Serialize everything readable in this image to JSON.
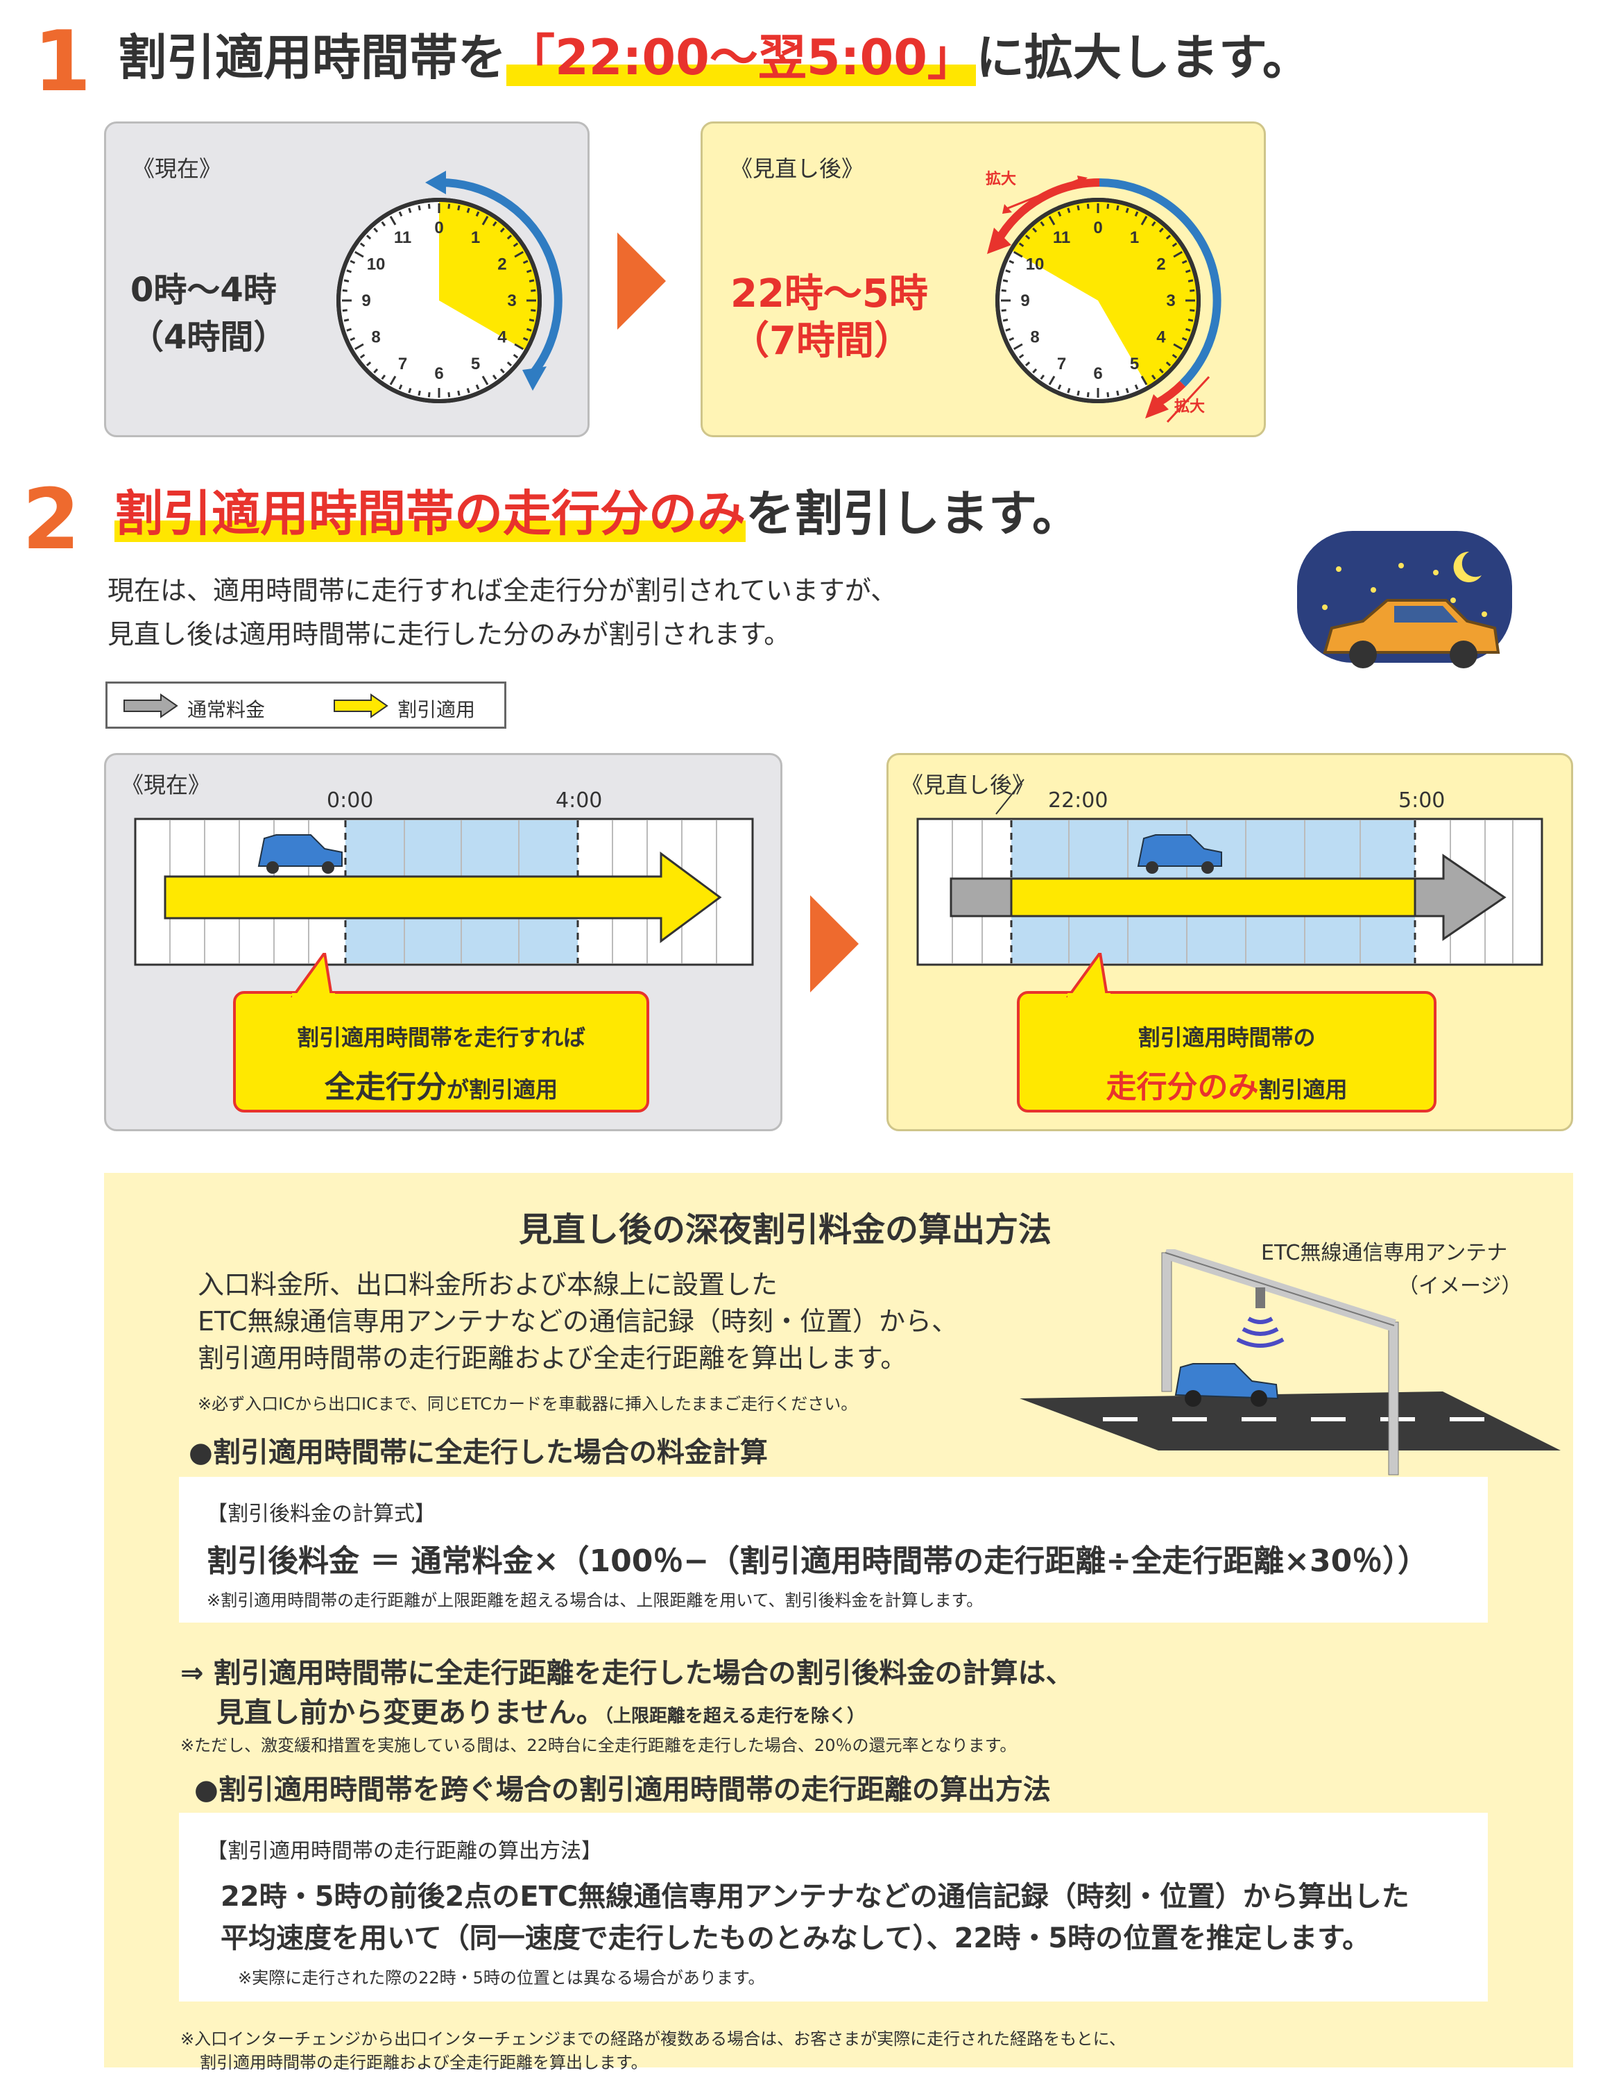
{
  "section1": {
    "number": "1",
    "title_pre": "割引適用時間帯を",
    "title_highlight": "「22:00〜翌5:00」",
    "title_post": "に拡大します。",
    "current": {
      "tag": "《現在》",
      "time_line1": "0時〜4時",
      "time_line2": "（4時間）"
    },
    "revised": {
      "tag": "《見直し後》",
      "time_line1": "22時〜5時",
      "time_line2": "（7時間）",
      "expand_label": "拡大"
    },
    "clock_numbers": [
      "0",
      "1",
      "2",
      "3",
      "4",
      "5",
      "6",
      "7",
      "8",
      "9",
      "10",
      "11"
    ]
  },
  "section2": {
    "number": "2",
    "title_highlight": "割引適用時間帯の走行分のみ",
    "title_post": "を割引します。",
    "desc_line1": "現在は、適用時間帯に走行すれば全走行分が割引されていますが、",
    "desc_line2": "見直し後は適用時間帯に走行した分のみが割引されます。",
    "legend": {
      "normal": "通常料金",
      "discount": "割引適用"
    },
    "current": {
      "tag": "《現在》",
      "t1": "0:00",
      "t2": "4:00",
      "bubble_line1": "割引適用時間帯を走行すれば",
      "bubble_line2a": "全走行分",
      "bubble_line2b": "が割引適用"
    },
    "revised": {
      "tag": "《見直し後》",
      "t1": "22:00",
      "t2": "5:00",
      "bubble_line1": "割引適用時間帯の",
      "bubble_line2a": "走行分のみ",
      "bubble_line2b": "割引適用"
    }
  },
  "method": {
    "title": "見直し後の深夜割引料金の算出方法",
    "intro1": "入口料金所、出口料金所および本線上に設置した",
    "intro2": "ETC無線通信専用アンテナなどの通信記録（時刻・位置）から、",
    "intro3": "割引適用時間帯の走行距離および全走行距離を算出します。",
    "intro_note": "※必ず入口ICから出口ICまで、同じETCカードを車載器に挿入したままご走行ください。",
    "antenna_label1": "ETC無線通信専用アンテナ",
    "antenna_label2": "（イメージ）",
    "bullet1": "●割引適用時間帯に全走行した場合の料金計算",
    "formula1_label": "【割引後料金の計算式】",
    "formula1": "割引後料金 ＝ 通常料金×（100％−（割引適用時間帯の走行距離÷全走行距離×30％））",
    "formula1_note": "※割引適用時間帯の走行距離が上限距離を超える場合は、上限距離を用いて、割引後料金を計算します。",
    "arrow_line1": "⇒ 割引適用時間帯に全走行距離を走行した場合の割引後料金の計算は、",
    "arrow_line2": "見直し前から変更ありません。",
    "arrow_line2_small": "（上限距離を超える走行を除く）",
    "arrow_note": "※ただし、激変緩和措置を実施している間は、22時台に全走行距離を走行した場合、20％の還元率となります。",
    "bullet2": "●割引適用時間帯を跨ぐ場合の割引適用時間帯の走行距離の算出方法",
    "formula2_label": "【割引適用時間帯の走行距離の算出方法】",
    "formula2_line1": "22時・5時の前後2点のETC無線通信専用アンテナなどの通信記録（時刻・位置）から算出した",
    "formula2_line2": "平均速度を用いて（同一速度で走行したものとみなして）、22時・5時の位置を推定します。",
    "formula2_note": "※実際に走行された際の22時・5時の位置とは異なる場合があります。",
    "foot1": "※入口インターチェンジから出口インターチェンジまでの経路が複数ある場合は、お客さまが実際に走行された経路をもとに、",
    "foot2": "割引適用時間帯の走行距離および全走行距離を算出します。"
  },
  "colors": {
    "accent_orange": "#ee6a2e",
    "red": "#e8332d",
    "yellow": "#ffe800",
    "blue_arc": "#2f7cc2",
    "timeline_blue": "#bcdcf3"
  }
}
